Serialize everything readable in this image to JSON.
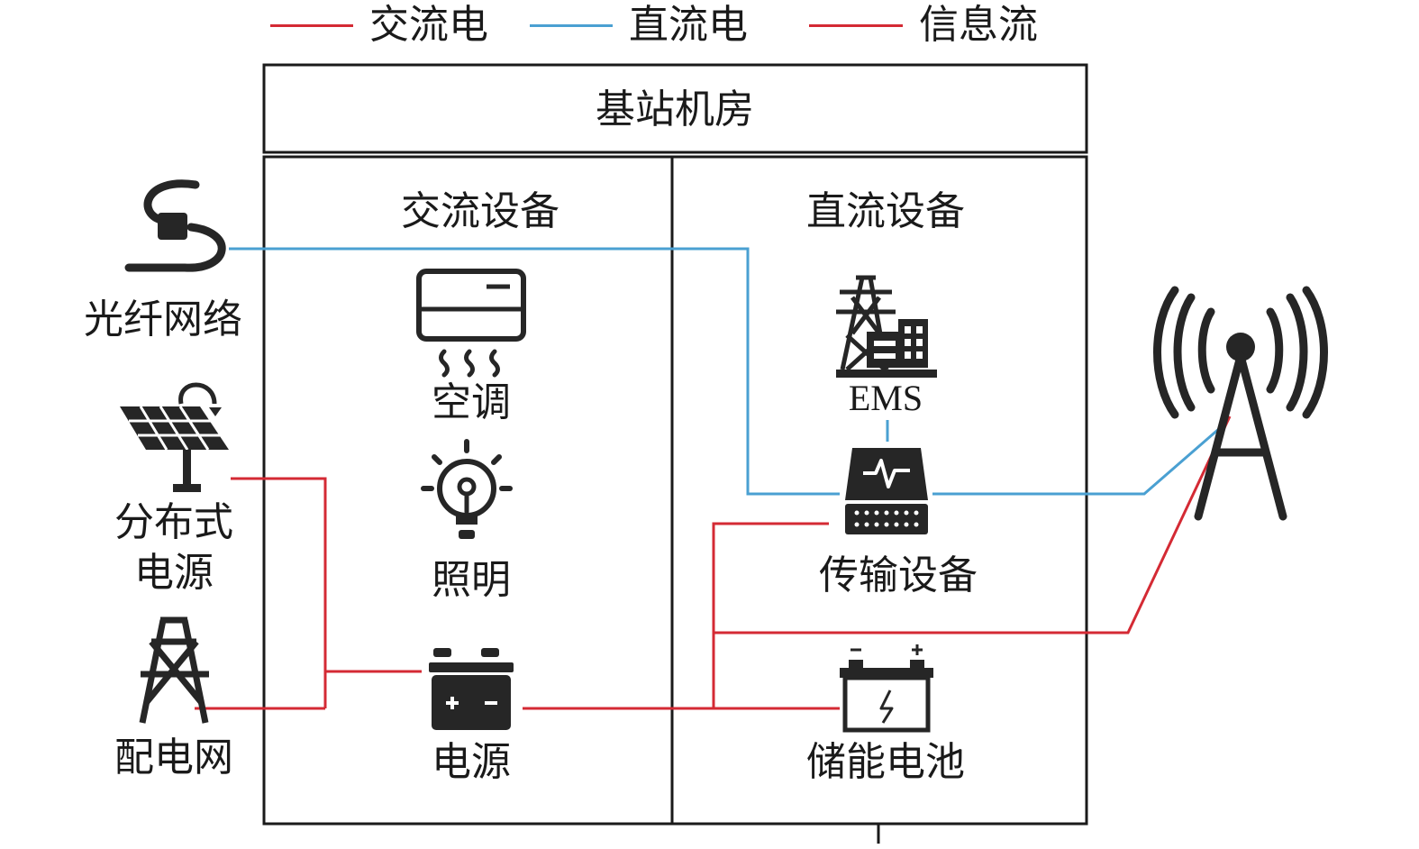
{
  "legend": [
    {
      "label": "交流电",
      "color": "#d42a34"
    },
    {
      "label": "直流电",
      "color": "#4aa0d2"
    },
    {
      "label": "信息流",
      "color": "#d42a34"
    }
  ],
  "room": {
    "title": "基站机房",
    "ac_section": "交流设备",
    "dc_section": "直流设备"
  },
  "external": {
    "fiber": "光纤网络",
    "distributed_line1": "分布式",
    "distributed_line2": "电源",
    "grid": "配电网"
  },
  "ac_devices": {
    "aircon": "空调",
    "lighting": "照明",
    "power": "电源"
  },
  "dc_devices": {
    "ems": "EMS",
    "transmission": "传输设备",
    "battery": "储能电池"
  },
  "colors": {
    "ac": "#d42a34",
    "dc": "#4aa0d2",
    "info": "#d42a34",
    "ink": "#262626"
  },
  "icons": [
    "fiber-cable-icon",
    "solar-panel-icon",
    "pylon-icon",
    "air-conditioner-icon",
    "light-bulb-icon",
    "power-supply-icon",
    "ems-icon",
    "transmission-device-icon",
    "storage-battery-icon",
    "antenna-tower-icon"
  ]
}
